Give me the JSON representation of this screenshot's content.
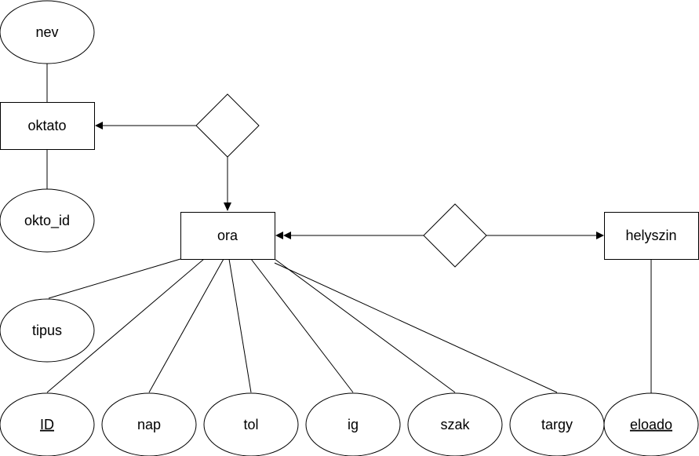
{
  "entities": {
    "oktato": "oktato",
    "ora": "ora",
    "helyszin": "helyszin"
  },
  "attributes": {
    "nev": "nev",
    "okto_id": "okto_id",
    "tipus": "tipus",
    "id": "ID",
    "nap": "nap",
    "tol": "tol",
    "ig": "ig",
    "szak": "szak",
    "targy": "targy",
    "eloado": "eloado"
  },
  "relationships": {
    "oktato_ora": "",
    "ora_helyszin": ""
  },
  "key_attributes": [
    "ID",
    "eloado"
  ]
}
